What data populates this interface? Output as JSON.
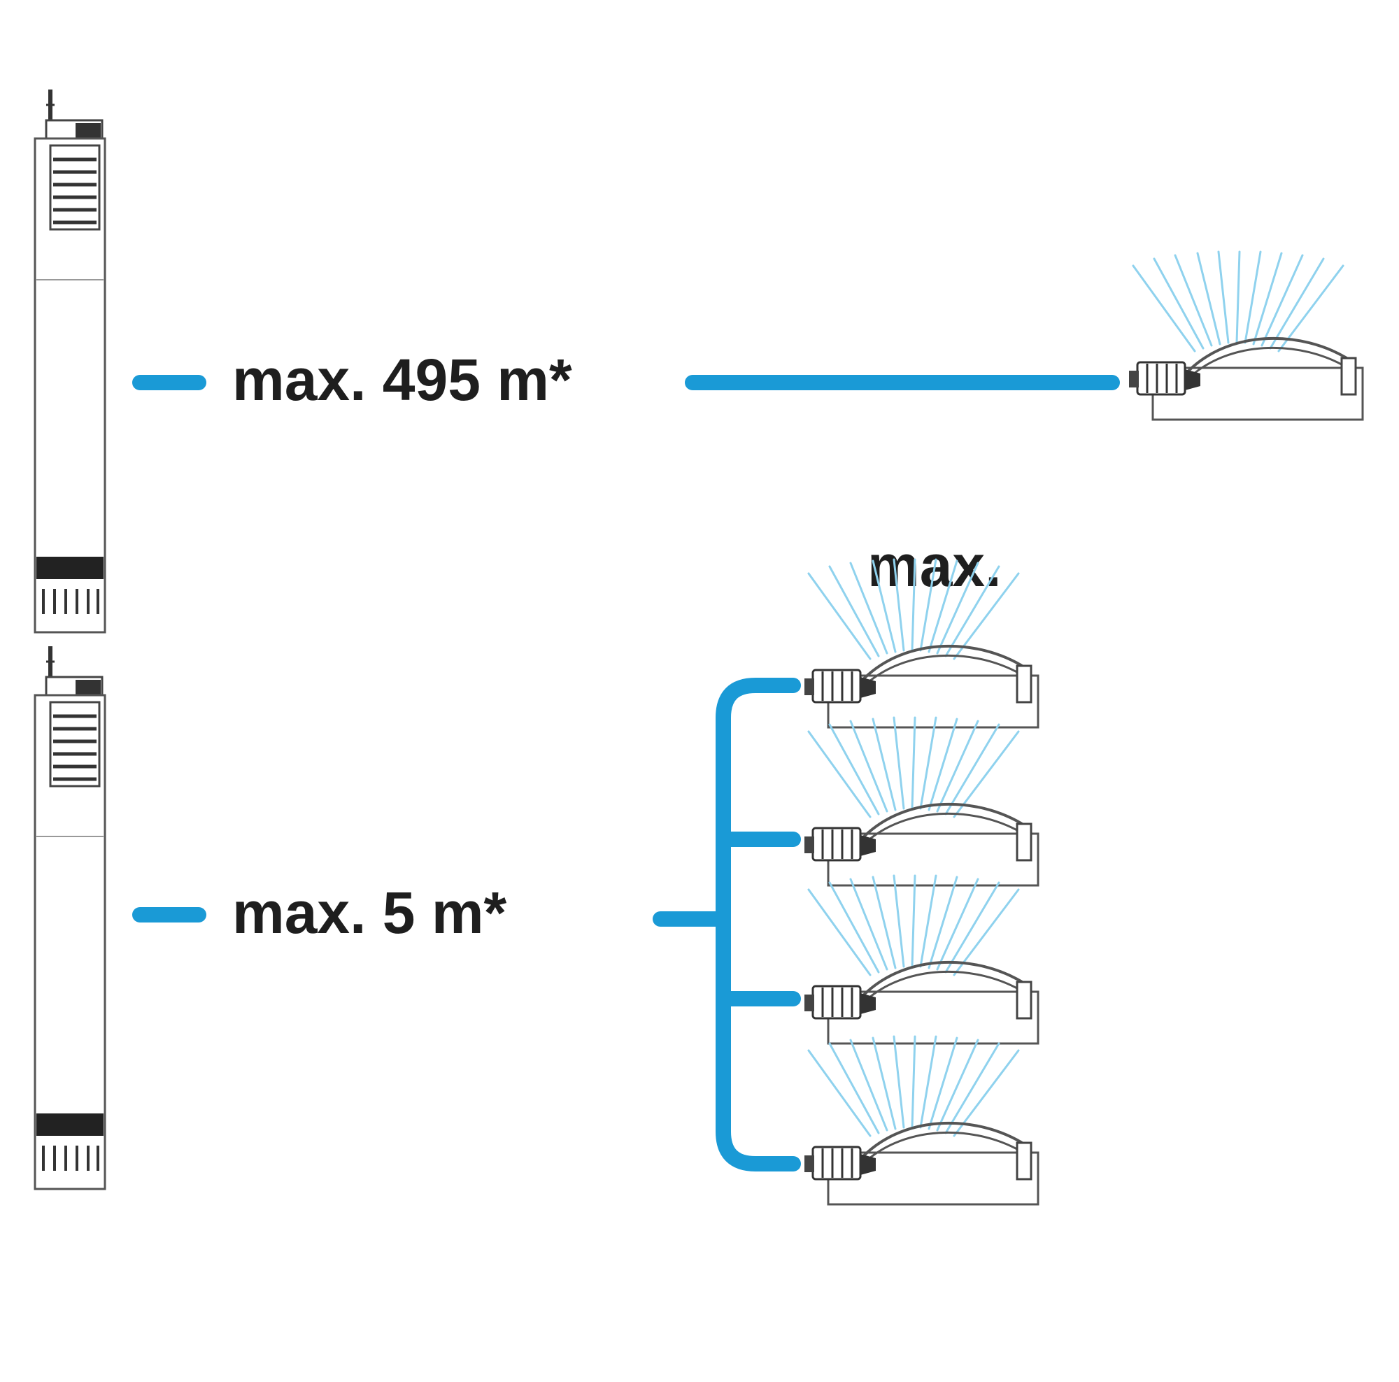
{
  "labels": {
    "top_distance": "max. 495 m*",
    "bottom_distance": "max. 5 m*",
    "sprinkler_group": "max."
  },
  "colors": {
    "hose": "#1a9ad6",
    "spray": "#8fd2ee",
    "outline": "#5a5a5a",
    "text": "#1e1e1e"
  },
  "icons": {
    "pump": "submersible-pump-icon",
    "sprinkler": "oscillating-sprinkler-icon"
  },
  "sprinkler_counts": {
    "top_configuration": 1,
    "bottom_configuration": 4
  }
}
